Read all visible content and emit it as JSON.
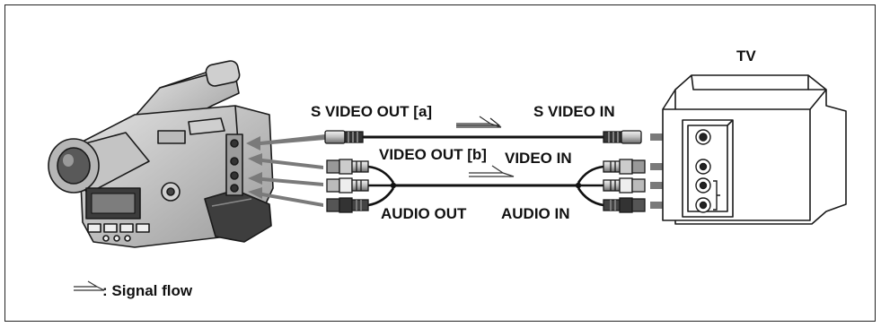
{
  "labels": {
    "tv": "TV",
    "s_video_out": "S VIDEO OUT [a]",
    "s_video_in": "S VIDEO IN",
    "video_out": "VIDEO OUT [b]",
    "video_in": "VIDEO IN",
    "audio_out": "AUDIO OUT",
    "audio_in": "AUDIO IN",
    "signal_flow_legend": ": Signal flow"
  },
  "colors": {
    "cable": "#111111",
    "arrow": "#7a7a7a",
    "device_body": "#d8d8d8",
    "outline": "#1a1a1a"
  },
  "icons": [
    "camcorder-icon",
    "tv-icon",
    "signal-flow-arrow-icon"
  ]
}
